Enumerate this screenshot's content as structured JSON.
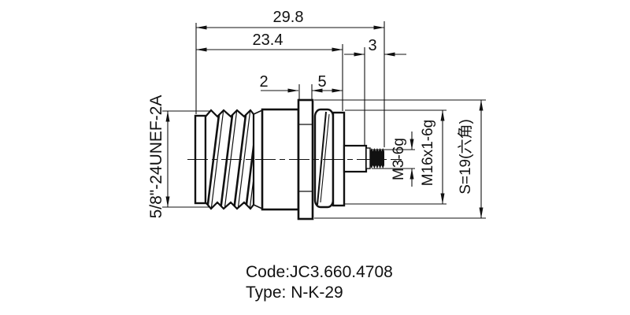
{
  "page": {
    "background_color": "#ffffff",
    "line_color": "#111111"
  },
  "drawing": {
    "dimensions": {
      "overall_length": "29.8",
      "length_to_flange": "23.4",
      "contact_stub_length": "3",
      "flange_thickness": "2",
      "flange_to_body_end": "5"
    },
    "labels": {
      "coupling_thread": "5/8\"-24UNEF-2A",
      "contact_thread": "M3-6g",
      "mounting_thread": "M16x1-6g",
      "hex_across_flats": "S=19(六角)"
    },
    "footer": {
      "code": "Code:JC3.660.4708",
      "type": "Type: N-K-29"
    }
  }
}
